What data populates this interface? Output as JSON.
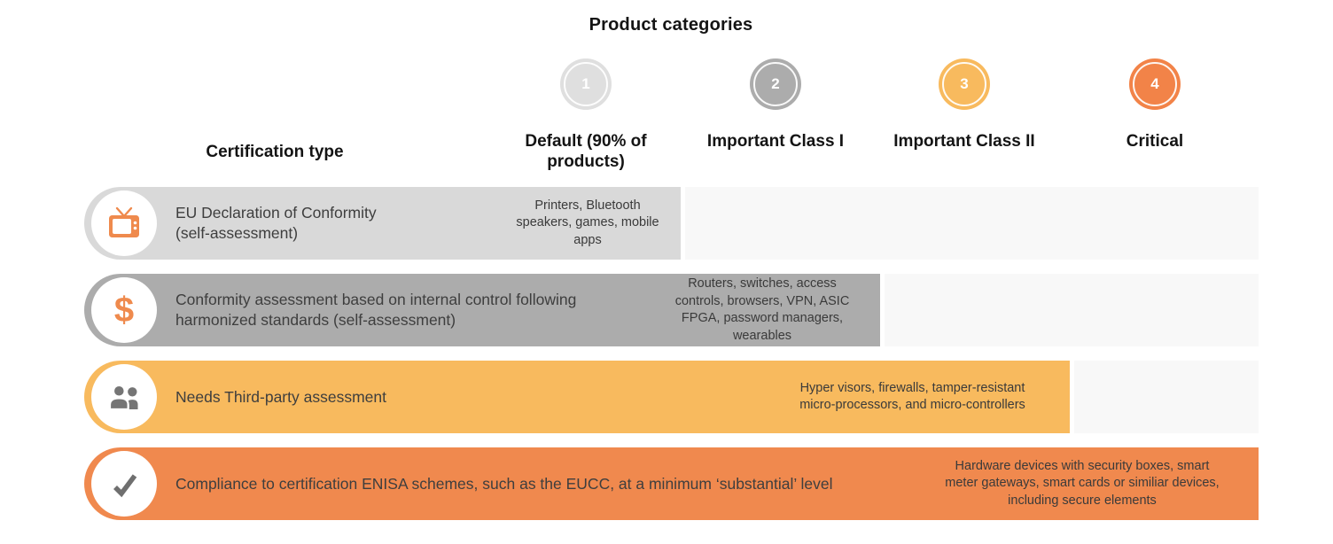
{
  "title": "Product categories",
  "header": {
    "certification_type": "Certification type"
  },
  "categories": [
    {
      "number": "1",
      "label": "Default (90% of\nproducts)",
      "color": "#DFDFDF"
    },
    {
      "number": "2",
      "label": "Important Class I",
      "color": "#ACACAC"
    },
    {
      "number": "3",
      "label": "Important Class II",
      "color": "#F8BA5E"
    },
    {
      "number": "4",
      "label": "Critical",
      "color": "#F28348"
    }
  ],
  "rows": [
    {
      "icon": "tv-icon",
      "color": "#D9D9D9",
      "label": "EU Declaration of Conformity\n(self-assessment)",
      "products": "Printers, Bluetooth\nspeakers, games, mobile\napps"
    },
    {
      "icon": "dollar-icon",
      "glyph": "$",
      "color": "#ACACAC",
      "label": "Conformity assessment based on internal control following\nharmonized standards (self-assessment)",
      "products": "Routers, switches, access\ncontrols, browsers, VPN, ASIC\nFPGA, password managers,\nwearables"
    },
    {
      "icon": "people-icon",
      "color": "#F8BA5E",
      "label": "Needs Third-party assessment",
      "products": "Hyper visors, firewalls, tamper-resistant\nmicro-processors, and micro-controllers"
    },
    {
      "icon": "check-icon",
      "color": "#F0894E",
      "label": "Compliance to certification ENISA schemes, such as the EUCC, at a minimum ‘substantial’ level",
      "products": "Hardware devices with security boxes, smart\nmeter gateways, smart cards or similiar devices,\nincluding secure elements"
    }
  ],
  "colors": {
    "row_default": "#D9D9D9",
    "row_class1": "#ACACAC",
    "row_class2": "#F8BA5E",
    "row_critical": "#F0894E",
    "extension_strip": "#F8F8F8",
    "icon_orange": "#EF8A4D",
    "icon_gray": "#757575",
    "text_dark": "#141414",
    "text_body": "#3E3E3E"
  }
}
